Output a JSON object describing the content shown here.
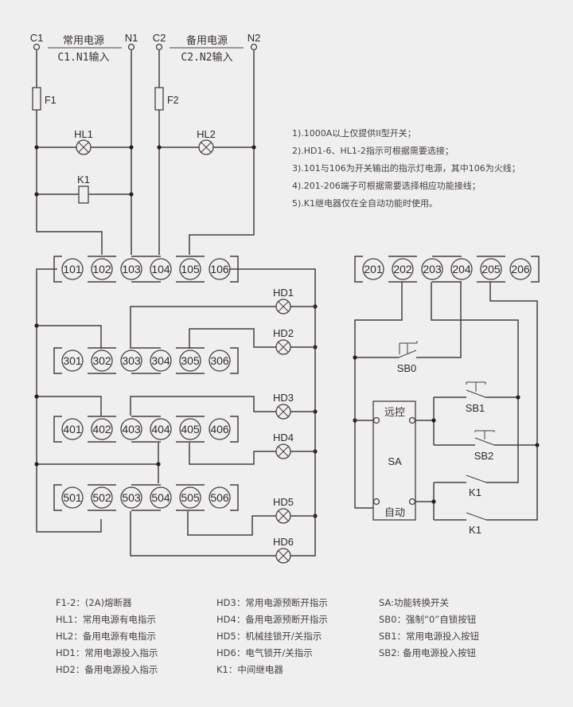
{
  "inputs": {
    "primary": {
      "left_terminal": "C1",
      "right_terminal": "N1",
      "title": "常用电源",
      "subtitle": "C1.N1输入"
    },
    "backup": {
      "left_terminal": "C2",
      "right_terminal": "N2",
      "title": "备用电源",
      "subtitle": "C2.N2输入"
    }
  },
  "components": {
    "F1": "F1",
    "F2": "F2",
    "HL1": "HL1",
    "HL2": "HL2",
    "K1": "K1",
    "HD1": "HD1",
    "HD2": "HD2",
    "HD3": "HD3",
    "HD4": "HD4",
    "HD5": "HD5",
    "HD6": "HD6",
    "SB0": "SB0",
    "SB1": "SB1",
    "SB2": "SB2",
    "K1_contact_a": "K1",
    "K1_contact_b": "K1",
    "SA": "SA",
    "SA_remote": "远控",
    "SA_auto": "自动"
  },
  "terminal_blocks": {
    "row1": [
      "101",
      "102",
      "103",
      "104",
      "105",
      "106"
    ],
    "row3": [
      "301",
      "302",
      "303",
      "304",
      "305",
      "306"
    ],
    "row4": [
      "401",
      "402",
      "403",
      "404",
      "405",
      "406"
    ],
    "row5": [
      "501",
      "502",
      "503",
      "504",
      "505",
      "506"
    ],
    "row2": [
      "201",
      "202",
      "203",
      "204",
      "205",
      "206"
    ]
  },
  "notes": [
    "1).1000A以上仅提供II型开关；",
    "2).HD1-6、HL1-2指示可根据需要选接；",
    "3).101与106为开关输出的指示灯电源，其中106为火线；",
    "4).201-206端子可根据需要选择相应功能接线；",
    "5).K1继电器仅在全自动功能时使用。"
  ],
  "legend": {
    "col1": [
      "F1-2：(2A)熔断器",
      "HL1：常用电源有电指示",
      "HL2：备用电源有电指示",
      "HD1：常用电源投入指示",
      "HD2：备用电源投入指示"
    ],
    "col2": [
      "HD3：常用电源预断开指示",
      "HD4：备用电源预断开指示",
      "HD5：机械挂锁开/关指示",
      "HD6：电气锁开/关指示",
      "K1：中间继电器"
    ],
    "col3": [
      "SA:功能转换开关",
      "SB0：强制“0”自锁按钮",
      "SB1：常用电源投入按钮",
      "SB2: 备用电源投入按钮"
    ]
  }
}
